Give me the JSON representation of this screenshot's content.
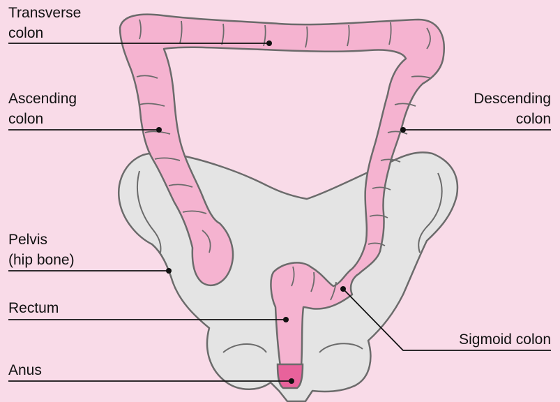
{
  "labels": {
    "transverse": {
      "line1": "Transverse",
      "line2": "colon"
    },
    "ascending": {
      "line1": "Ascending",
      "line2": "colon"
    },
    "descending": {
      "line1": "Descending",
      "line2": "colon"
    },
    "pelvis": {
      "line1": "Pelvis",
      "line2": "(hip bone)"
    },
    "rectum": {
      "line1": "Rectum"
    },
    "sigmoid": {
      "line1": "Sigmoid colon"
    },
    "anus": {
      "line1": "Anus"
    }
  },
  "colors": {
    "background": "#f9dbe8",
    "colon_fill": "#f5b3d0",
    "bone_fill": "#e4e4e4",
    "outline": "#6b6b6b",
    "anus_fill": "#e8629b",
    "leader_line": "#111111"
  }
}
